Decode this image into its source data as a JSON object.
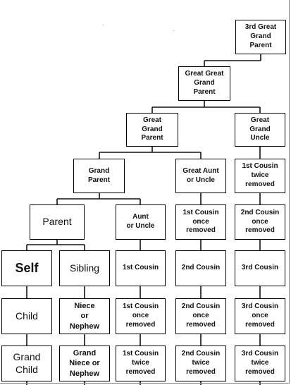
{
  "nodes": {
    "gg3": "3rd Great\nGrand\nParent",
    "gg": "Great Great\nGrand\nParent",
    "gp_great": "Great\nGrand\nParent",
    "great_uncle": "Great\nGrand\nUncle",
    "grand_parent": "Grand\nParent",
    "great_aunt": "Great Aunt\nor Uncle",
    "c1_twice_top": "1st Cousin\ntwice\nremoved",
    "parent": "Parent",
    "aunt": "Aunt\nor Uncle",
    "c1_once_top": "1st Cousin\nonce\nremoved",
    "c2_once_top": "2nd Cousin\nonce\nremoved",
    "self": "Self",
    "sibling": "Sibling",
    "c1": "1st Cousin",
    "c2": "2nd Cousin",
    "c3": "3rd Cousin",
    "child": "Child",
    "niece": "Niece\nor\nNephew",
    "c1_once": "1st Cousin\nonce\nremoved",
    "c2_once": "2nd Cousin\nonce\nremoved",
    "c3_once": "3rd Cousin\nonce\nremoved",
    "grandchild": "Grand\nChild",
    "grandniece": "Grand\nNiece or\nNephew",
    "c1_twice": "1st Cousin\ntwice\nremoved",
    "c2_twice": "2nd Cousin\ntwice\nremoved",
    "c3_twice": "3rd Cousin\ntwice\nremoved"
  }
}
